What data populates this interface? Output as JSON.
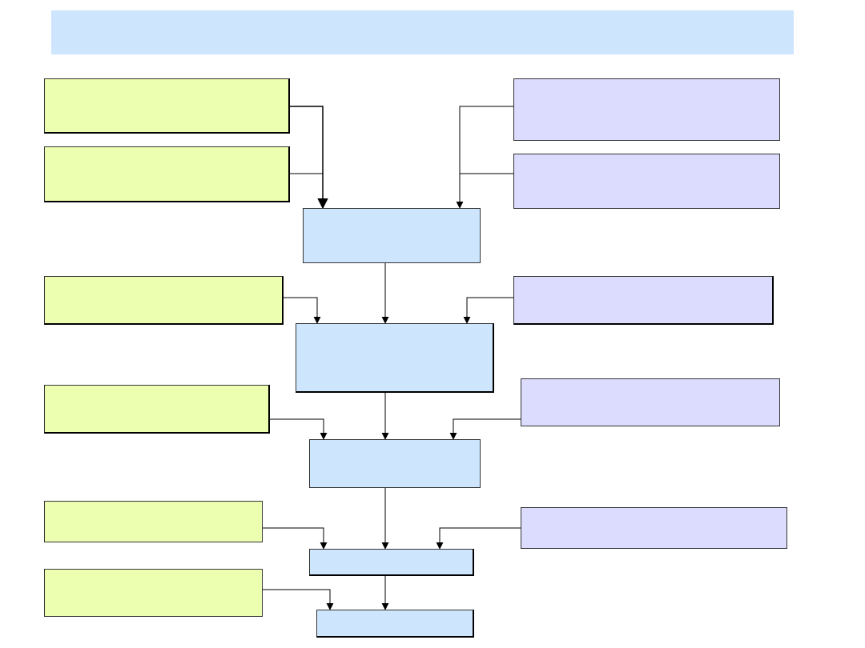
{
  "colors": {
    "banner": "#cde5fd",
    "left_box": "#ecfeb0",
    "right_box": "#dcdcfe",
    "center_box": "#cde5fd",
    "line": "#000000"
  },
  "title": "",
  "nodes": {
    "left": [
      {
        "id": "left-1",
        "label": ""
      },
      {
        "id": "left-2",
        "label": ""
      },
      {
        "id": "left-3",
        "label": ""
      },
      {
        "id": "left-4",
        "label": ""
      },
      {
        "id": "left-5",
        "label": ""
      },
      {
        "id": "left-6",
        "label": ""
      }
    ],
    "right": [
      {
        "id": "right-1",
        "label": ""
      },
      {
        "id": "right-2",
        "label": ""
      },
      {
        "id": "right-3",
        "label": ""
      },
      {
        "id": "right-4",
        "label": ""
      },
      {
        "id": "right-5",
        "label": ""
      }
    ],
    "center": [
      {
        "id": "center-1",
        "label": ""
      },
      {
        "id": "center-2",
        "label": ""
      },
      {
        "id": "center-3",
        "label": ""
      },
      {
        "id": "center-4",
        "label": ""
      },
      {
        "id": "center-5",
        "label": ""
      }
    ]
  },
  "edges": [
    {
      "from": "left-1",
      "to": "center-1"
    },
    {
      "from": "left-2",
      "to": "center-1"
    },
    {
      "from": "right-1",
      "to": "center-1"
    },
    {
      "from": "right-2",
      "to": "center-1"
    },
    {
      "from": "center-1",
      "to": "center-2"
    },
    {
      "from": "left-3",
      "to": "center-2"
    },
    {
      "from": "right-3",
      "to": "center-2"
    },
    {
      "from": "center-2",
      "to": "center-3"
    },
    {
      "from": "left-4",
      "to": "center-3"
    },
    {
      "from": "right-4",
      "to": "center-3"
    },
    {
      "from": "center-3",
      "to": "center-4"
    },
    {
      "from": "left-5",
      "to": "center-4"
    },
    {
      "from": "right-5",
      "to": "center-4"
    },
    {
      "from": "center-4",
      "to": "center-5"
    },
    {
      "from": "left-6",
      "to": "center-5"
    }
  ]
}
